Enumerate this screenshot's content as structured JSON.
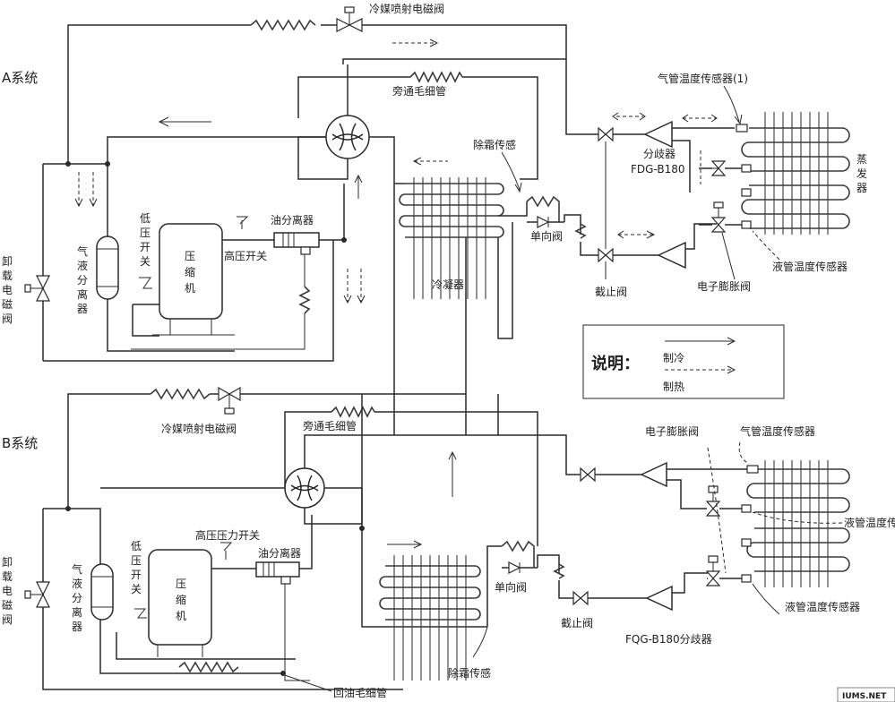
{
  "systems": {
    "a": "A系统",
    "b": "B系统"
  },
  "labels": {
    "a_refrigerant_spray_valve": "冷媒喷射电磁阀",
    "a_bypass_capillary": "旁通毛细管",
    "a_defrost_sensor": "除霜传感",
    "a_check_valve": "单向阀",
    "a_condenser": "冷凝器",
    "a_oil_separator": "油分离器",
    "a_high_pressure_switch": "高压开关",
    "a_low_pressure_switch": "低压开关",
    "a_compressor": "压缩机",
    "a_gas_liquid_separator": "气液分离器",
    "a_unload_solenoid": "卸载电磁阀",
    "a_stop_valve": "截止阀",
    "a_branch_label": "分歧器",
    "a_branch_model": "FDG-B180",
    "a_gas_pipe_sensor": "气管温度传感器(1)",
    "a_evaporator": "蒸发器",
    "a_liquid_pipe_sensor": "液管温度传感器",
    "a_electronic_expansion": "电子膨胀阀",
    "b_refrigerant_spray_valve": "冷媒喷射电磁阀",
    "b_bypass_capillary": "旁通毛细管",
    "b_high_pressure_switch": "高压压力开关",
    "b_oil_separator": "油分离器",
    "b_low_pressure_switch": "低压开关",
    "b_compressor": "压缩机",
    "b_gas_liquid_separator": "气液分离器",
    "b_unload_solenoid": "卸载电磁阀",
    "b_check_valve": "单向阀",
    "b_defrost_sensor": "除霜传感",
    "b_stop_valve": "截止阀",
    "b_branch": "FQG-B180分歧器",
    "b_electronic_expansion": "电子膨胀阀",
    "b_gas_pipe_sensor": "气管温度传感器",
    "b_liquid_pipe_sensor_1": "液管温度传感器",
    "b_liquid_pipe_sensor_2": "液管温度传感器",
    "b_oil_return_capillary": "回油毛细管"
  },
  "legend": {
    "title": "说明：",
    "cooling": "制冷",
    "heating": "制热"
  },
  "watermark": "IUMS.NET"
}
